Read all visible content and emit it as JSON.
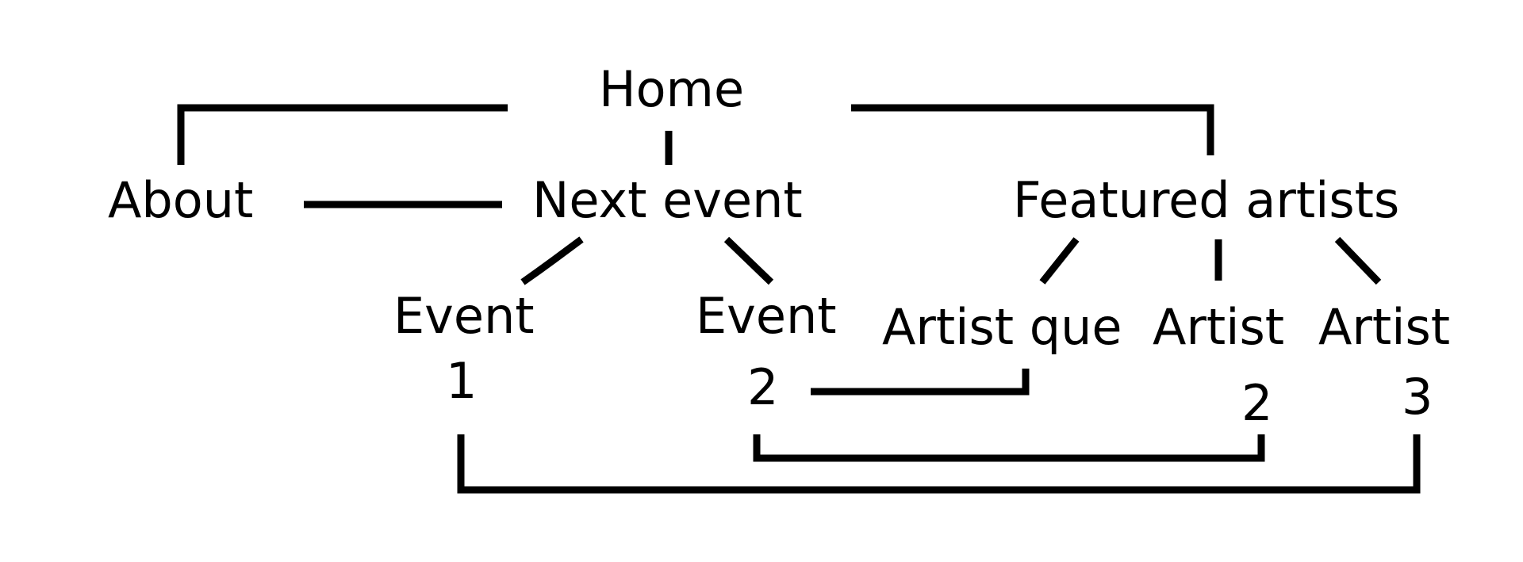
{
  "diagram": {
    "type": "sitemap",
    "stroke_color": "#000000",
    "background": "#ffffff",
    "nodes": {
      "home": "Home",
      "about": "About",
      "next_event": "Next event",
      "featured_artists": "Featured artists",
      "event1": "Event",
      "event1_num": "1",
      "event2": "Event",
      "event2_num": "2",
      "artist_que": "Artist que",
      "artist2": "Artist",
      "artist2_num": "2",
      "artist3": "Artist",
      "artist3_num": "3"
    }
  }
}
